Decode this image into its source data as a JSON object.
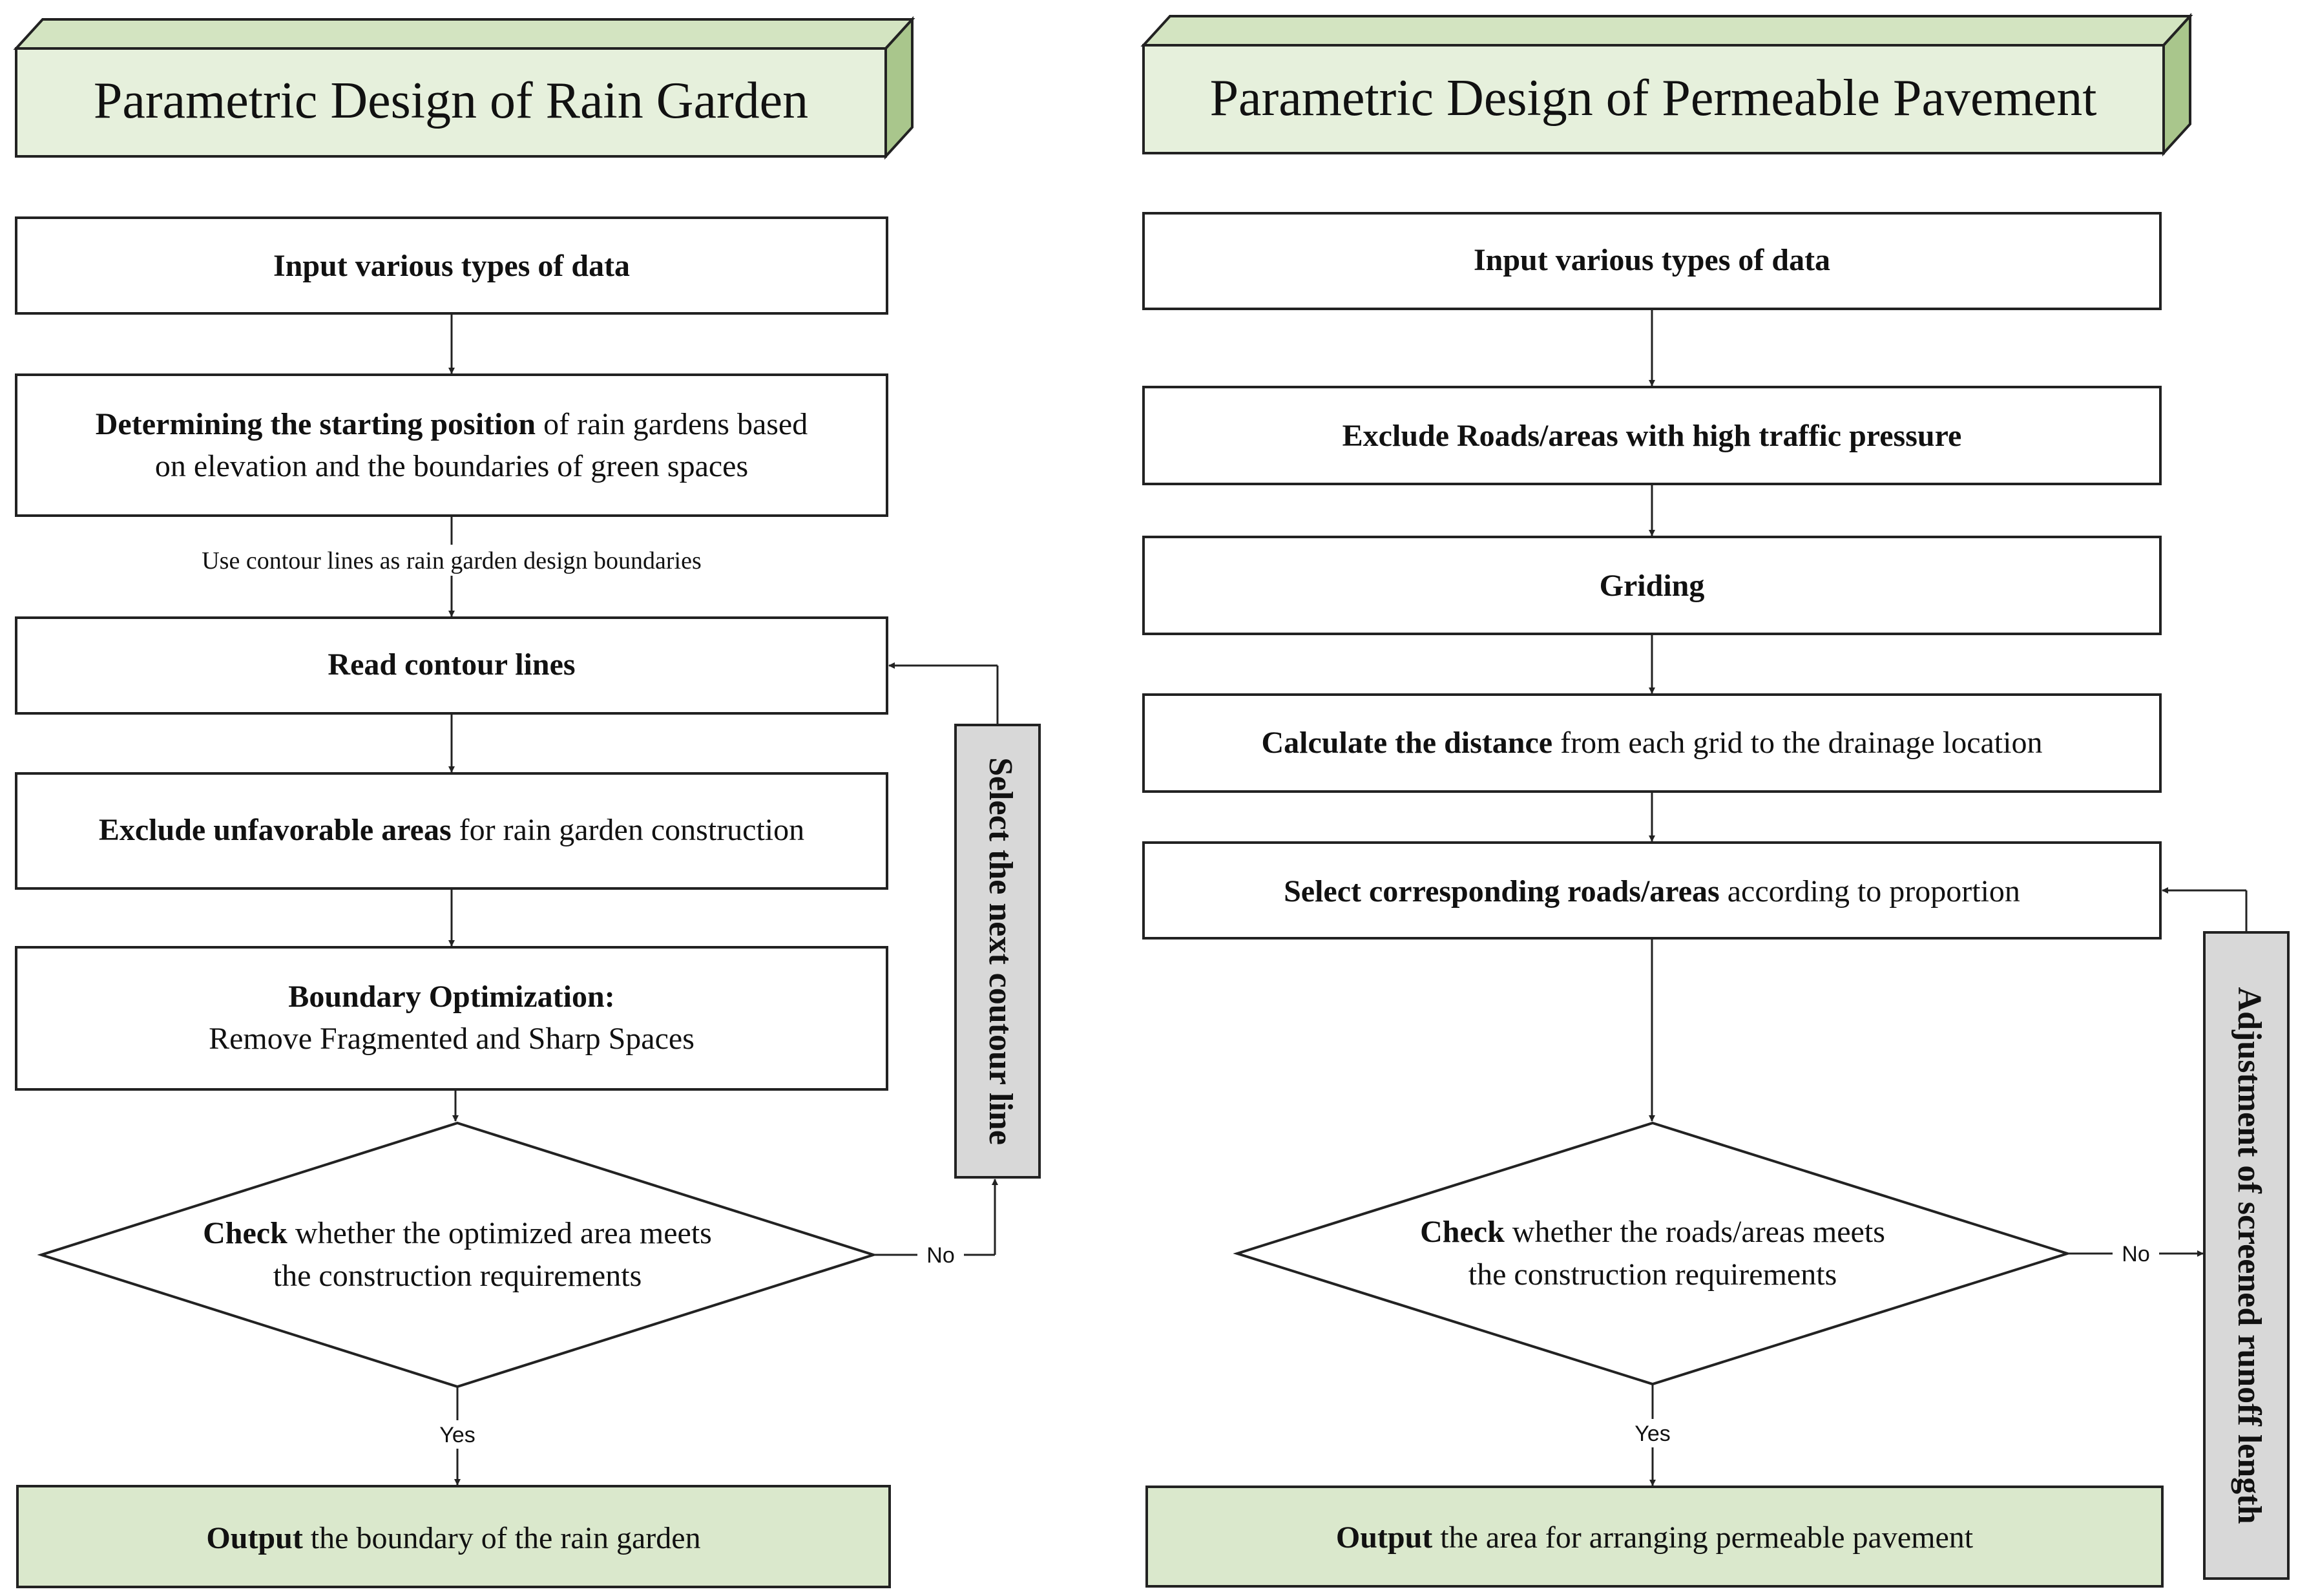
{
  "colors": {
    "title_front": "#e6f0dc",
    "title_top": "#d3e4c1",
    "title_side": "#a9c68c",
    "output_fill": "#dae8cc",
    "side_fill": "#d8d8d8"
  },
  "left": {
    "title": "Parametric Design of Rain Garden",
    "step1": {
      "bold": "Input various types of data"
    },
    "step2": {
      "line1_bold": "Determining the starting position",
      "line1_rest": " of rain gardens based",
      "line2": "on elevation and the boundaries of green spaces"
    },
    "note": "Use contour lines as rain garden design boundaries",
    "step3": {
      "bold": "Read contour lines"
    },
    "step4": {
      "bold": "Exclude unfavorable areas",
      "rest": " for rain garden construction"
    },
    "step5": {
      "line1_bold": "Boundary Optimization:",
      "line2": "Remove Fragmented and Sharp Spaces"
    },
    "decision": {
      "line1_bold": "Check",
      "line1_rest": " whether the optimized area meets",
      "line2": "the construction requirements"
    },
    "no_label": "No",
    "yes_label": "Yes",
    "loop_box": "Select the next coutour line",
    "output": {
      "bold": "Output",
      "rest": " the boundary of the rain garden"
    }
  },
  "right": {
    "title": "Parametric Design of Permeable Pavement",
    "step1": {
      "bold": "Input various types of data"
    },
    "step2": {
      "bold": "Exclude Roads/areas with high traffic pressure"
    },
    "step3": {
      "bold": "Griding"
    },
    "step4": {
      "bold": "Calculate the distance",
      "rest": " from each grid to the drainage location"
    },
    "step5": {
      "bold": "Select corresponding roads/areas",
      "rest": " according to proportion"
    },
    "decision": {
      "line1_bold": "Check",
      "line1_rest": " whether the roads/areas meets",
      "line2": "the construction requirements"
    },
    "no_label": "No",
    "yes_label": "Yes",
    "loop_box": "Adjustment of screened runoff length",
    "output": {
      "bold": "Output",
      "rest": " the area for arranging permeable pavement"
    }
  }
}
